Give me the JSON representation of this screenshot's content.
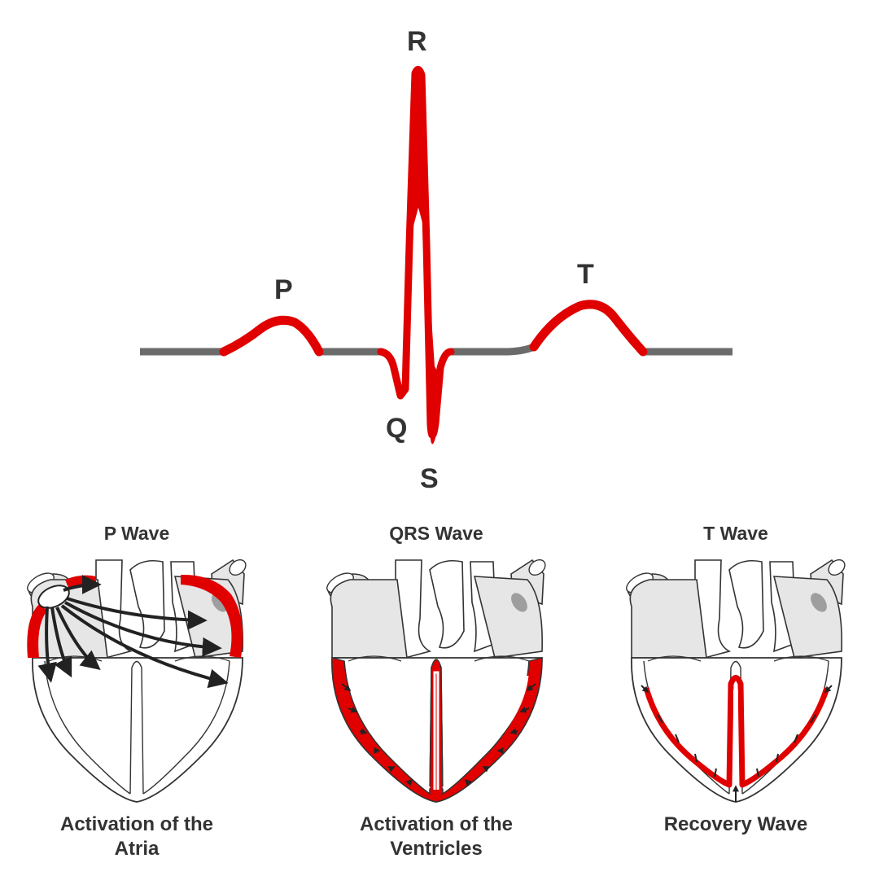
{
  "ecg": {
    "labels": {
      "p": "P",
      "q": "Q",
      "r": "R",
      "s": "S",
      "t": "T"
    },
    "colors": {
      "wave": "#e00000",
      "baseline": "#6b6b6b"
    }
  },
  "panels": [
    {
      "title": "P Wave",
      "caption_line1": "Activation of the",
      "caption_line2": "Atria"
    },
    {
      "title": "QRS Wave",
      "caption_line1": "Activation of the",
      "caption_line2": "Ventricles"
    },
    {
      "title": "T Wave",
      "caption_line1": "Recovery Wave",
      "caption_line2": ""
    }
  ],
  "colors": {
    "text": "#333333",
    "outline": "#333333",
    "vessel_fill": "#e6e6e6",
    "active": "#e00000",
    "arrow": "#222222"
  }
}
